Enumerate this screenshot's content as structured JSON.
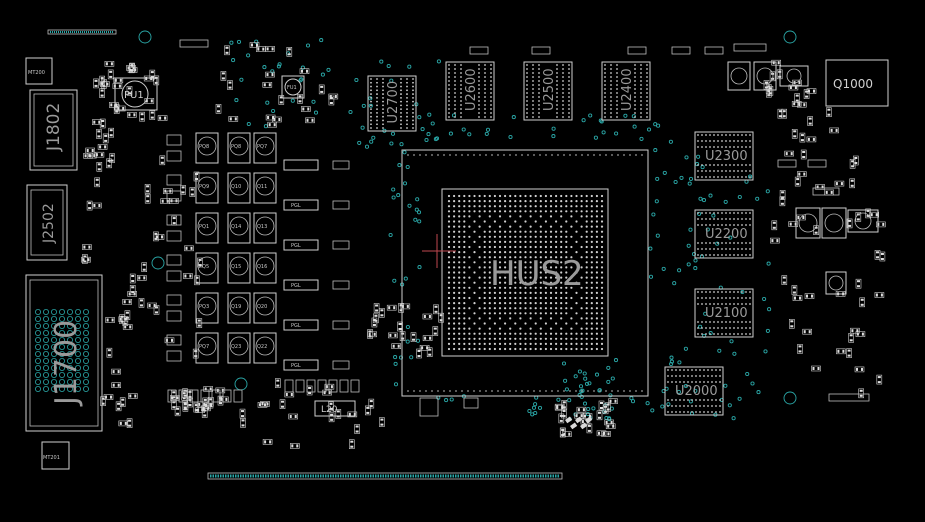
{
  "board": {
    "background": "#000000",
    "silkscreen_color": "#d8d8d8",
    "via_color": "#2aa7a7",
    "marker_color": "#c0484f"
  },
  "chip": {
    "label": "HUS2"
  },
  "memory": [
    {
      "label": "U2700"
    },
    {
      "label": "U2600"
    },
    {
      "label": "U2500"
    },
    {
      "label": "U2400"
    },
    {
      "label": "U2300"
    },
    {
      "label": "U2200"
    },
    {
      "label": "U2100"
    },
    {
      "label": "U2000"
    }
  ],
  "connectors": {
    "j1802": "J1802",
    "j2502": "J2502",
    "j1700": "J1700"
  },
  "mounts": {
    "mt1": "MT200",
    "mt2": "MT201"
  },
  "regulators": {
    "pu1": "PU1",
    "fu1": "FU1",
    "pq1": "PQ1",
    "q1000": "Q1000",
    "l20": "L20"
  },
  "pq_left": [
    "PQ8",
    "PQ9",
    "PQ1",
    "PQ5",
    "PQ3",
    "PQ7"
  ],
  "pq_mid": [
    "PQ8",
    "Q10",
    "Q14",
    "Q15",
    "Q19",
    "Q23"
  ],
  "pq_right": [
    "PQ7",
    "Q11",
    "Q13",
    "Q16",
    "Q20",
    "Q22"
  ],
  "pgl": [
    "PGL",
    "PGL",
    "PGL",
    "PGL",
    "PGL"
  ]
}
